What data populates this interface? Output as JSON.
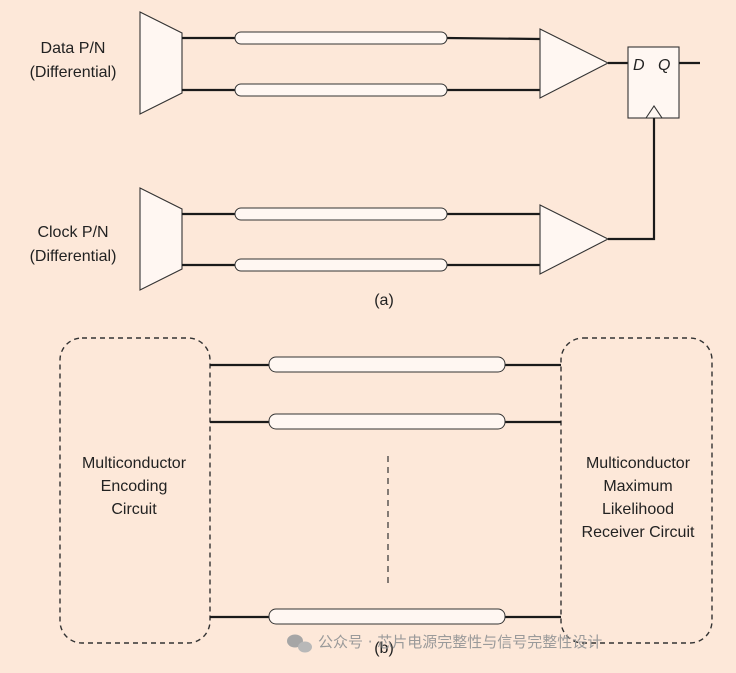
{
  "part_a": {
    "data_label": [
      "Data P/N",
      "(Differential)"
    ],
    "clock_label": [
      "Clock P/N",
      "(Differential)"
    ],
    "flipflop_d": "D",
    "flipflop_q": "Q",
    "caption": "(a)"
  },
  "part_b": {
    "left_box": [
      "Multiconductor",
      "Encoding",
      "Circuit"
    ],
    "right_box": [
      "Multiconductor",
      "Maximum",
      "Likelihood",
      "Receiver Circuit"
    ],
    "caption": "(b)"
  },
  "watermark": "公众号 · 芯片电源完整性与信号完整性设计",
  "colors": {
    "background": "#fde8d9",
    "line": "#1a1a1a",
    "shape_fill": "#fff7f2"
  }
}
